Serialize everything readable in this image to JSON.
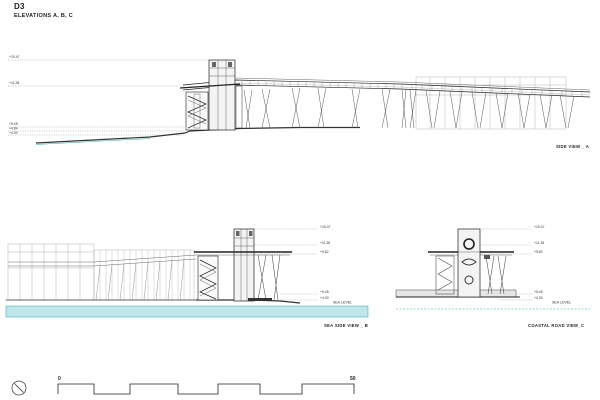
{
  "sheet": {
    "id": "D3",
    "title": "ELEVATIONS A, B, C"
  },
  "views": [
    {
      "caption": "SIDE VIEW _ A",
      "level_labels": [
        "+15.47",
        "+11.35",
        "+5.48",
        "+4.84",
        "+4.30"
      ]
    },
    {
      "caption": "SEA SIDE VIEW _ B",
      "level_labels": [
        "+15.47",
        "+11.35",
        "+9.82",
        "+5.45",
        "+4.30"
      ],
      "sea_level_label": "SEA LEVEL"
    },
    {
      "caption": "COASTAL ROAD VIEW_C",
      "level_labels": [
        "+15.47",
        "+11.35",
        "+9.82",
        "+5.45",
        "+4.30"
      ],
      "sea_level_label": "SEA LEVEL"
    }
  ],
  "scale_bar": {
    "start_label": "0",
    "end_label": "50"
  },
  "colors": {
    "water": "#bfe6ea",
    "water_line": "#2aa7a0",
    "ink": "#1e1e1e"
  },
  "icons": {
    "north_arrow": "north-arrow-icon"
  }
}
